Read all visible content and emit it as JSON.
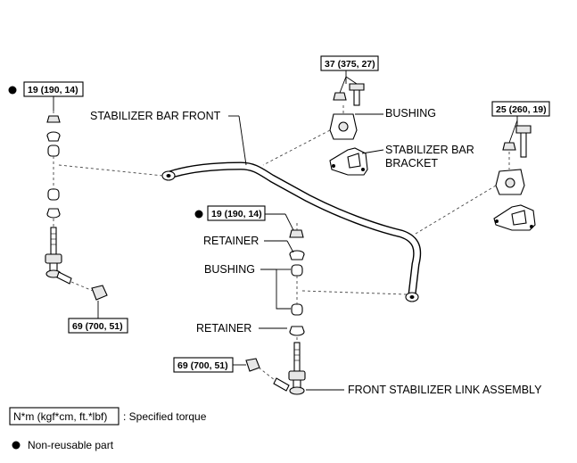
{
  "labels": {
    "stabilizer_bar_front": "STABILIZER BAR FRONT",
    "bushing_top": "BUSHING",
    "stabilizer_bar_bracket_line1": "STABILIZER BAR",
    "stabilizer_bar_bracket_line2": "BRACKET",
    "retainer_upper": "RETAINER",
    "bushing_link": "BUSHING",
    "retainer_lower": "RETAINER",
    "front_stabilizer_link_assembly": "FRONT STABILIZER LINK ASSEMBLY"
  },
  "torques": {
    "left_upper": "19 (190, 14)",
    "left_lower": "69 (700, 51)",
    "top_center": "37 (375, 27)",
    "right": "25 (260, 19)",
    "center_upper": "19 (190, 14)",
    "center_lower": "69 (700, 51)"
  },
  "legend": {
    "torque_unit_box": "N*m (kgf*cm, ft.*lbf)",
    "torque_unit_desc": ": Specified torque",
    "non_reusable": "Non-reusable part"
  },
  "colors": {
    "ink": "#000000",
    "background": "#ffffff"
  }
}
